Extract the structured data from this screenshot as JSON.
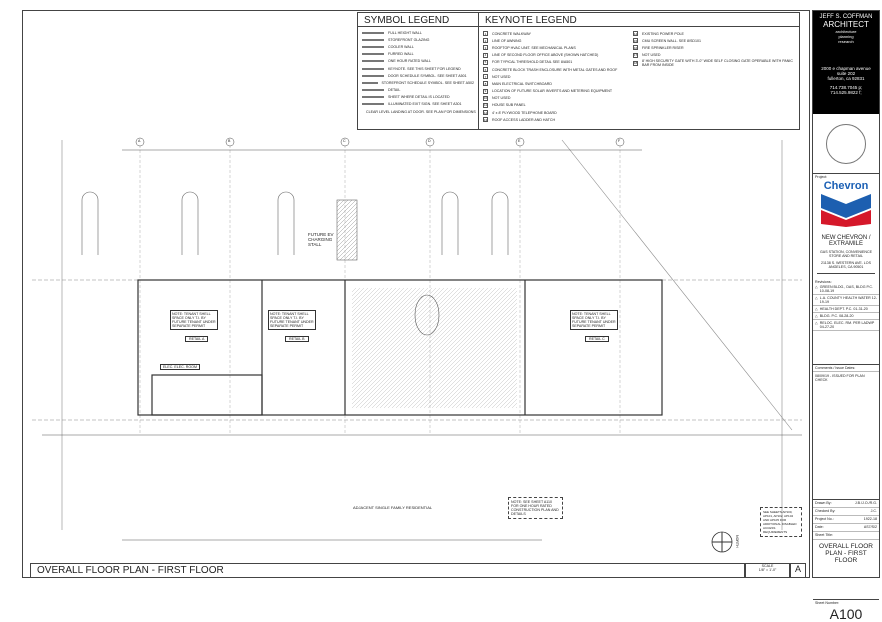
{
  "symbol_legend": {
    "title": "SYMBOL LEGEND",
    "items": [
      "FULL HEIGHT WALL",
      "STOREFRONT GLAZING",
      "COOLER WALL",
      "FURRED WALL",
      "ONE HOUR RATED WALL",
      "KEYNOTE. SEE THIS SHEET FOR LEGEND",
      "DOOR SCHEDULE SYMBOL. SEE SHEET A501",
      "STOREFRONT SCHEDULE SYMBOL. SEE SHEET A502",
      "DETAIL",
      "SHEET WHERE DETAIL IS LOCATED",
      "ILLUMINATED EXIT SIGN. SEE SHEET A301",
      "CLEAR LEVEL LANDING AT DOOR. SEE PLAN FOR DIMENSIONS"
    ]
  },
  "keynote_legend": {
    "title": "KEYNOTE LEGEND",
    "left": [
      [
        "1",
        "CONCRETE WALKWAY"
      ],
      [
        "2",
        "LINE OF AWNING"
      ],
      [
        "3",
        "ROOFTOP HVAC UNIT. SEE MECHANICAL PLANS"
      ],
      [
        "4",
        "LINE OF SECOND FLOOR OFFICE ABOVE (SHOWN HATCHED)"
      ],
      [
        "5",
        "FOR TYPICAL THRESHOLD DETAIL SEE 8/A501"
      ],
      [
        "6",
        "CONCRETE BLOCK TRASH ENCLOSURE WITH METAL GATES AND ROOF"
      ],
      [
        "7",
        "NOT USED"
      ],
      [
        "8",
        "MAIN ELECTRICAL SWITCHBOARD"
      ],
      [
        "9",
        "LOCATION OF FUTURE SOLAR INVERTS AND METERING EQUIPMENT"
      ],
      [
        "10",
        "NOT USED"
      ],
      [
        "11",
        "HOUSE SUB PANEL"
      ],
      [
        "12",
        "4' x 8' PLYWOOD TELEPHONE BOARD"
      ],
      [
        "13",
        "ROOF ACCESS LADDER AND HATCH"
      ]
    ],
    "right": [
      [
        "14",
        "EXISTING POWER POLE"
      ],
      [
        "15",
        "CMU SCREEN WALL. SEE 8/SD101"
      ],
      [
        "16",
        "FIRE SPRINKLER RISER"
      ],
      [
        "17",
        "NOT USED"
      ],
      [
        "18",
        "8' HIGH SECURITY GATE WITH 3'-0\" WIDE SELF CLOSING GATE OPERABLE WITH PANIC BAR FROM INSIDE"
      ]
    ]
  },
  "title_block": {
    "firm_name": "JEFF S. COFFMAN",
    "firm_title": "ARCHITECT",
    "firm_lines": [
      "architecture",
      "planning",
      "research"
    ],
    "address": [
      "2000 e chapman avenue",
      "suite 202",
      "fullerton, ca 92831"
    ],
    "phone": "714.738.7045 p;",
    "fax": "714.525.9822 f;",
    "project_label": "Project:",
    "brand": "Chevron",
    "project_name": "NEW CHEVRON / EXTRAMILE",
    "project_desc": "GAS STATION, CONVENIENCE STORE AND RETAIL",
    "project_address": "21138 S. WESTERN AVE. LOS ANGELES, CA 90501",
    "revisions_label": "Revisions:",
    "revisions": [
      "GREEN BLDG., DAS, BLDG P.C. 10-08-19",
      "L.A. COUNTY HEALTH WATER 12-19-19",
      "HEALTH DEPT. P.C. 01-31-20",
      "BLDG. P.C. 08-28-20",
      "RELOC. ELEC. RM. PER LADWP 04-27-20"
    ],
    "comments_label": "Comments / Issue Dates:",
    "comments": "08/09/19 - ISSUED FOR PLAN CHECK",
    "drawn_by_label": "Drawn By:",
    "drawn_by": "J.B./J.O./R.G.",
    "checked_by_label": "Checked By:",
    "checked_by": "J.C.",
    "project_no_label": "Project No.:",
    "project_no": "1922-18",
    "date_label": "Date:",
    "date": "AS7/S/2",
    "sheet_title_label": "Sheet Title:",
    "sheet_title": "OVERALL FLOOR PLAN - FIRST FLOOR",
    "sheet_number_label": "Sheet Number:",
    "sheet_number": "A100"
  },
  "plan": {
    "tenant_note": "NOTE: TENANT SHELL SPACE ONLY T.I. BY FUTURE TENANT UNDER SEPARATE PERMIT",
    "retail_a": "RETAIL A",
    "retail_b": "RETAIL B",
    "retail_c": "RETAIL C",
    "elec_room": "ELEC. ELEC. ROOM",
    "ev_label": "FUTURE EV CHARGING STALL",
    "neighbor": "ADJACENT SINGLE FAMILY RESIDENTIAL",
    "rated_note": "NOTE: SEE SHEET A110 FOR ONE HOUR RATED CONSTRUCTION PLAN AND DETAILS",
    "access_note": "SEE SHEETS AP100, AP101, AP102, AP104 AND AP105 FOR ADDITIONAL DISABLED ACCESS REQUIREMENTS",
    "north": "NORTH",
    "grid": [
      "A",
      "B",
      "C",
      "D",
      "E",
      "F"
    ]
  },
  "footer": {
    "drawing_title": "OVERALL FLOOR PLAN - FIRST FLOOR",
    "scale_label": "SCALE",
    "scale": "1/8\" = 1'-0\"",
    "drawing_id": "A"
  }
}
